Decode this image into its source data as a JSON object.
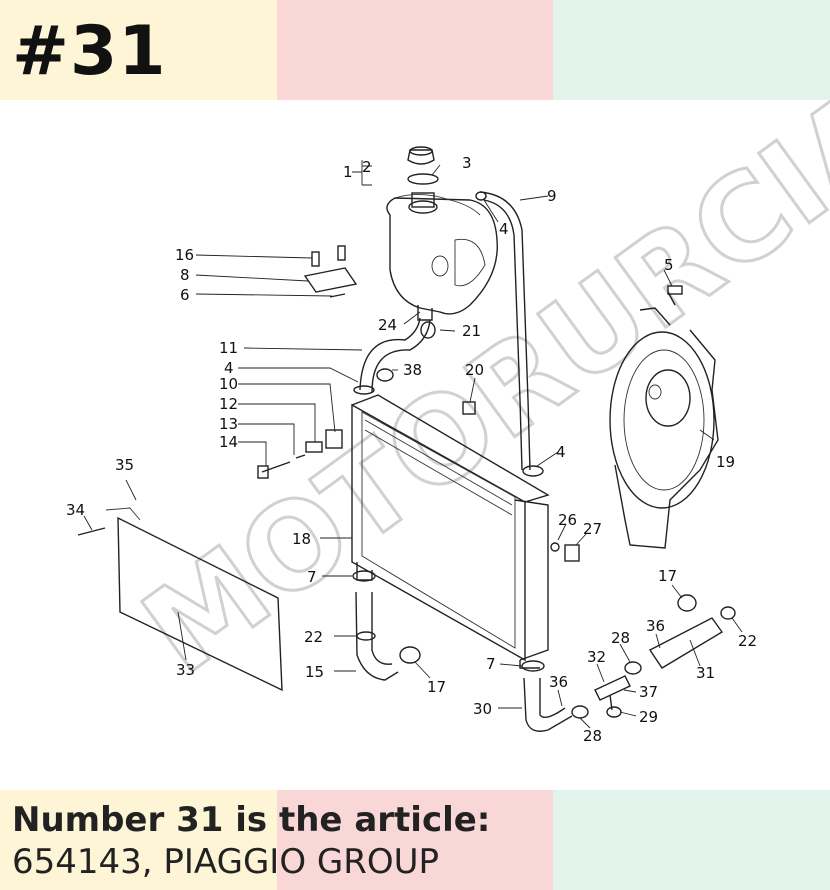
{
  "header": {
    "page_number": "#31"
  },
  "footer": {
    "line1": "Number 31 is the article:",
    "line2": "654143, PIAGGIO GROUP"
  },
  "colors": {
    "band_yellow": "#fdf5d6",
    "band_pink": "#fad7d7",
    "band_mint": "#e2f3ec"
  },
  "watermark": {
    "text": "MOTORURCIA"
  },
  "diagram": {
    "labels": {
      "l1": "1",
      "l2": "2",
      "l3": "3",
      "l4a": "4",
      "l4b": "4",
      "l4c": "4",
      "l5": "5",
      "l6": "6",
      "l7a": "7",
      "l7b": "7",
      "l8": "8",
      "l9": "9",
      "l10": "10",
      "l11": "11",
      "l12": "12",
      "l13": "13",
      "l14": "14",
      "l15": "15",
      "l16": "16",
      "l17a": "17",
      "l17b": "17",
      "l18": "18",
      "l19": "19",
      "l20": "20",
      "l21": "21",
      "l22a": "22",
      "l22b": "22",
      "l24": "24",
      "l26": "26",
      "l27": "27",
      "l28a": "28",
      "l28b": "28",
      "l29": "29",
      "l30": "30",
      "l31": "31",
      "l32": "32",
      "l33": "33",
      "l34": "34",
      "l35": "35",
      "l36a": "36",
      "l36b": "36",
      "l37": "37",
      "l38": "38"
    }
  }
}
